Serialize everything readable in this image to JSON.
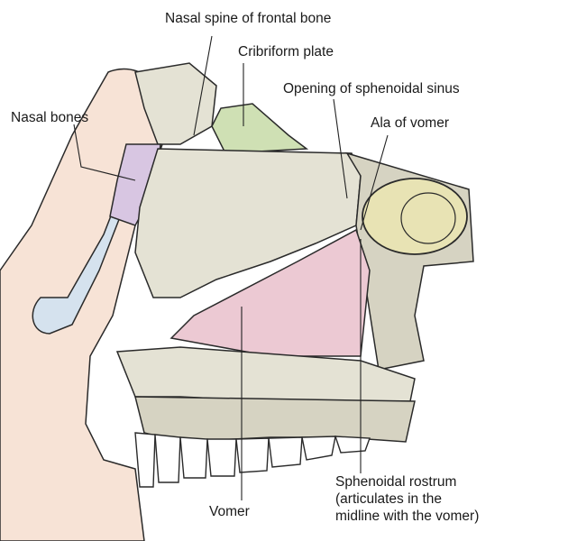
{
  "labels": {
    "nasal_spine": "Nasal spine of frontal bone",
    "cribriform": "Cribriform plate",
    "sphenoid_opening": "Opening of sphenoidal sinus",
    "nasal_bones": "Nasal bones",
    "ala_vomer": "Ala of vomer",
    "vomer": "Vomer",
    "rostrum_line1": "Sphenoidal rostrum",
    "rostrum_line2": "(articulates in the",
    "rostrum_line3": "midline with the vomer)"
  },
  "colors": {
    "skin": "#f7e3d6",
    "bone": "#e4e2d4",
    "bone_dark": "#d6d3c2",
    "pink": "#ecc9d3",
    "lavender": "#d8c6e2",
    "green": "#cfe0b4",
    "sinus_yellow": "#e8e3b4",
    "cartilage": "#d5e2ee",
    "outline": "#2a2a2a"
  }
}
